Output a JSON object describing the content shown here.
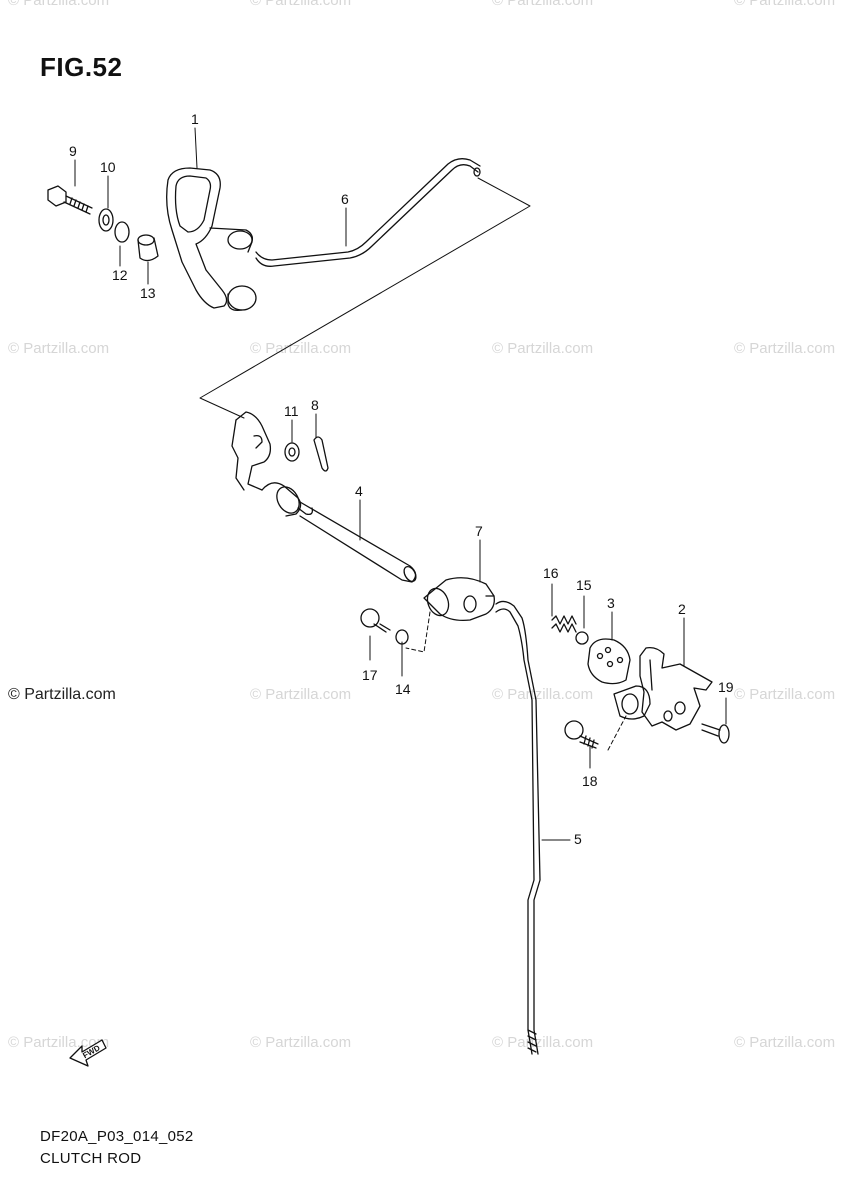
{
  "figure": {
    "title": "FIG.52",
    "code": "DF20A_P03_014_052",
    "name": "CLUTCH ROD"
  },
  "watermarks": {
    "faint": "© Partzilla.com",
    "strong": "© Partzilla.com"
  },
  "fwd_arrow_label": "FWD",
  "callouts": [
    "1",
    "2",
    "3",
    "4",
    "5",
    "6",
    "7",
    "8",
    "9",
    "10",
    "11",
    "12",
    "13",
    "14",
    "15",
    "16",
    "17",
    "18",
    "19"
  ]
}
